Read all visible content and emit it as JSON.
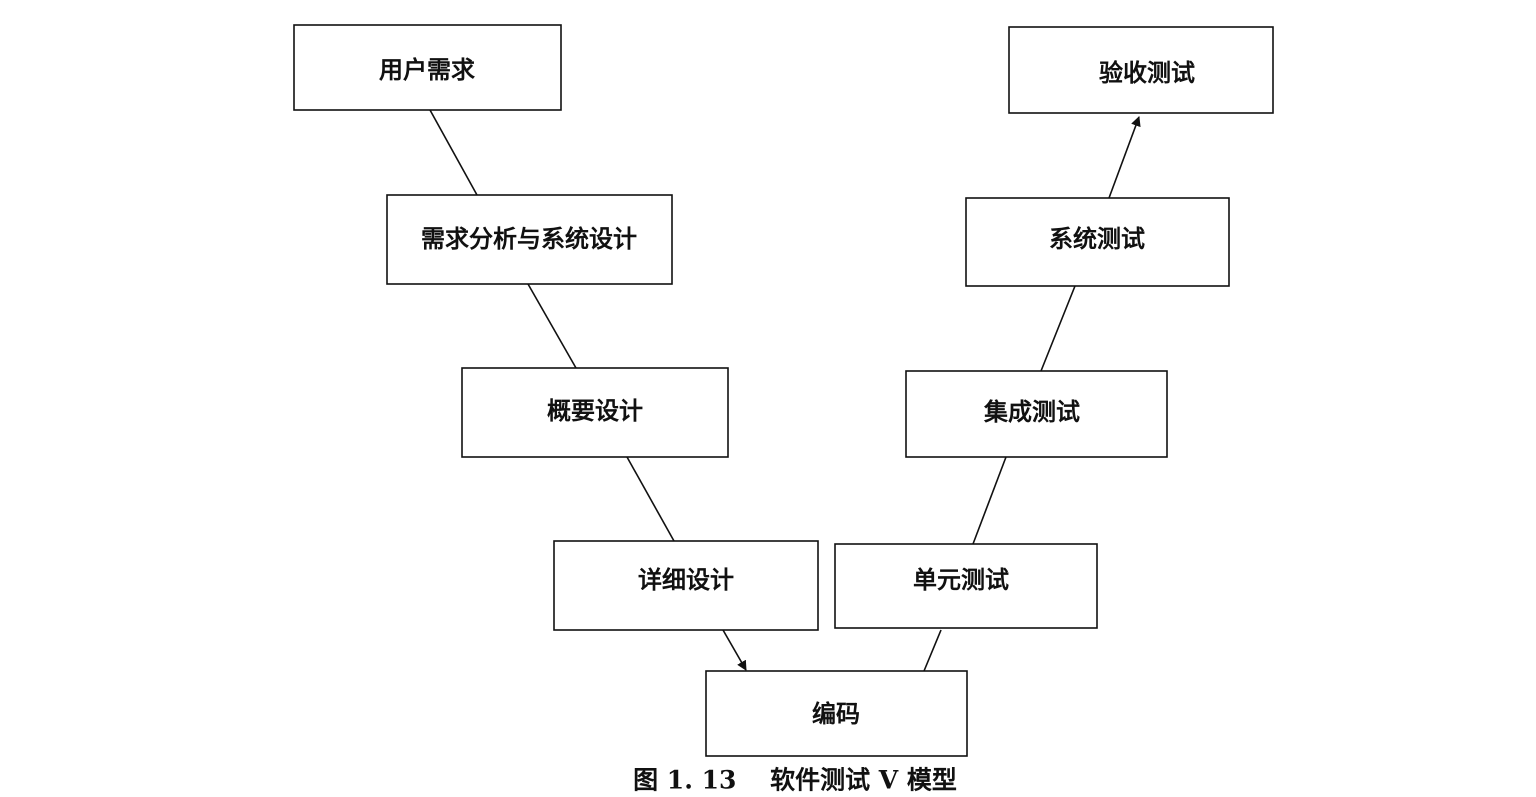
{
  "diagram": {
    "type": "v-model",
    "left_branch": {
      "user_requirements": "用户需求",
      "requirements_analysis": "需求分析与系统设计",
      "outline_design": "概要设计",
      "detailed_design": "详细设计"
    },
    "bottom": {
      "coding": "编码"
    },
    "right_branch": {
      "unit_test": "单元测试",
      "integration_test": "集成测试",
      "system_test": "系统测试",
      "acceptance_test": "验收测试"
    },
    "caption": "图 1. 13　 软件测试 V 模型"
  }
}
